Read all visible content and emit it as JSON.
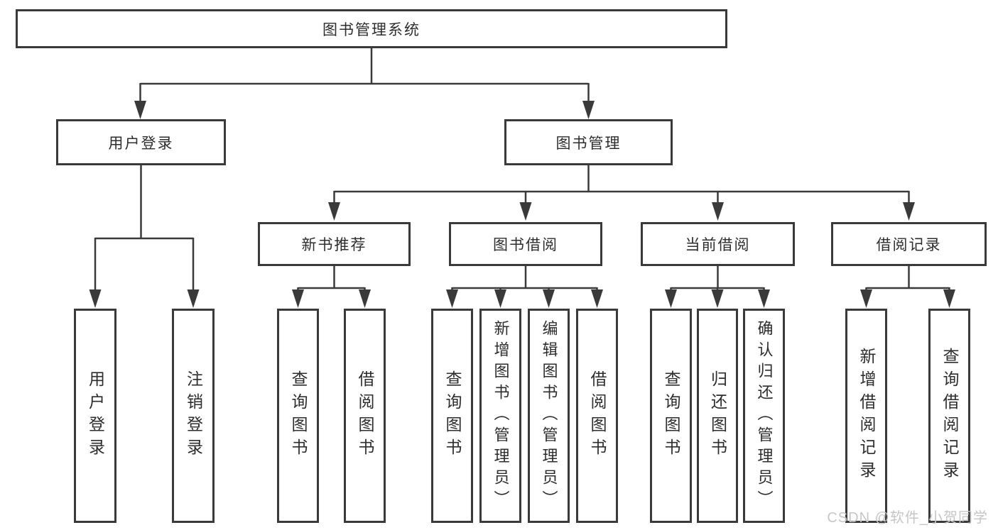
{
  "root": {
    "label": "图书管理系统"
  },
  "level2": {
    "user_login": "用户登录",
    "book_mgmt": "图书管理"
  },
  "level3": {
    "new_book": "新书推荐",
    "borrow": "图书借阅",
    "current": "当前借阅",
    "records": "借阅记录"
  },
  "leaves": {
    "login": "用户登录",
    "logout": "注销登录",
    "nb_query": "查询图书",
    "nb_borrow": "借阅图书",
    "bw_query": "查询图书",
    "bw_add": "新增图书（管理员）",
    "bw_edit": "编辑图书（管理员）",
    "bw_borrow": "借阅图书",
    "cur_query": "查询图书",
    "cur_return": "归还图书",
    "cur_confirm": "确认归还（管理员）",
    "rec_add": "新增借阅记录",
    "rec_query": "查询借阅记录"
  },
  "watermark": "CSDN @软件_小贺同学",
  "colors": {
    "line": "#3a3a3a",
    "box_border": "#3a3a3a",
    "text": "#2d2d2d",
    "watermark": "#c6c6c6",
    "background": "#ffffff"
  }
}
